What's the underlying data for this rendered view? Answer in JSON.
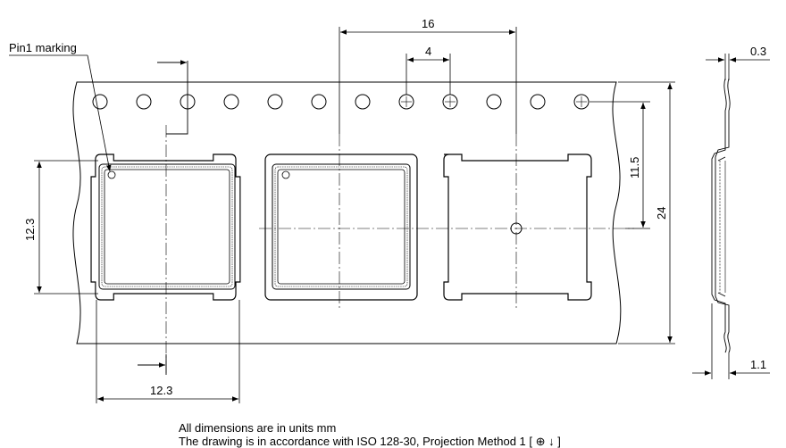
{
  "labels": {
    "pin1_marking": "Pin1 marking"
  },
  "dimensions": {
    "pitch_pocket": "16",
    "pitch_sprocket": "4",
    "thickness_top": "0.3",
    "offset_11_5": "11.5",
    "tape_width": "24",
    "pocket_height": "12.3",
    "pocket_width": "12.3",
    "depth_bottom": "1.1"
  },
  "notes": {
    "line1": "All dimensions are in units mm",
    "line2": "The drawing is in accordance with ISO 128-30, Projection Method 1 [  ⊕ ↓ ]"
  }
}
